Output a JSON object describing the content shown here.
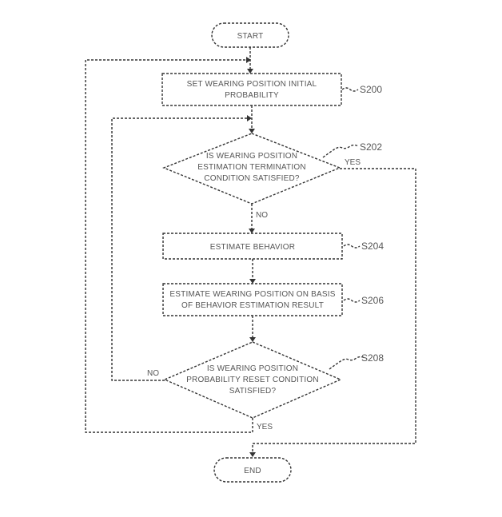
{
  "flowchart": {
    "start": "START",
    "end": "END",
    "steps": [
      {
        "id": "S200",
        "ref": "S200",
        "type": "process",
        "lines": [
          "SET WEARING POSITION INITIAL",
          "PROBABILITY"
        ]
      },
      {
        "id": "S202",
        "ref": "S202",
        "type": "decision",
        "lines": [
          "IS WEARING POSITION",
          "ESTIMATION TERMINATION",
          "CONDITION SATISFIED?"
        ],
        "yes": "YES",
        "no": "NO"
      },
      {
        "id": "S204",
        "ref": "S204",
        "type": "process",
        "lines": [
          "ESTIMATE BEHAVIOR"
        ]
      },
      {
        "id": "S206",
        "ref": "S206",
        "type": "process",
        "lines": [
          "ESTIMATE WEARING POSITION ON BASIS",
          "OF BEHAVIOR ESTIMATION RESULT"
        ]
      },
      {
        "id": "S208",
        "ref": "S208",
        "type": "decision",
        "lines": [
          "IS WEARING POSITION",
          "PROBABILITY RESET CONDITION",
          "SATISFIED?"
        ],
        "yes": "YES",
        "no": "NO"
      }
    ]
  }
}
